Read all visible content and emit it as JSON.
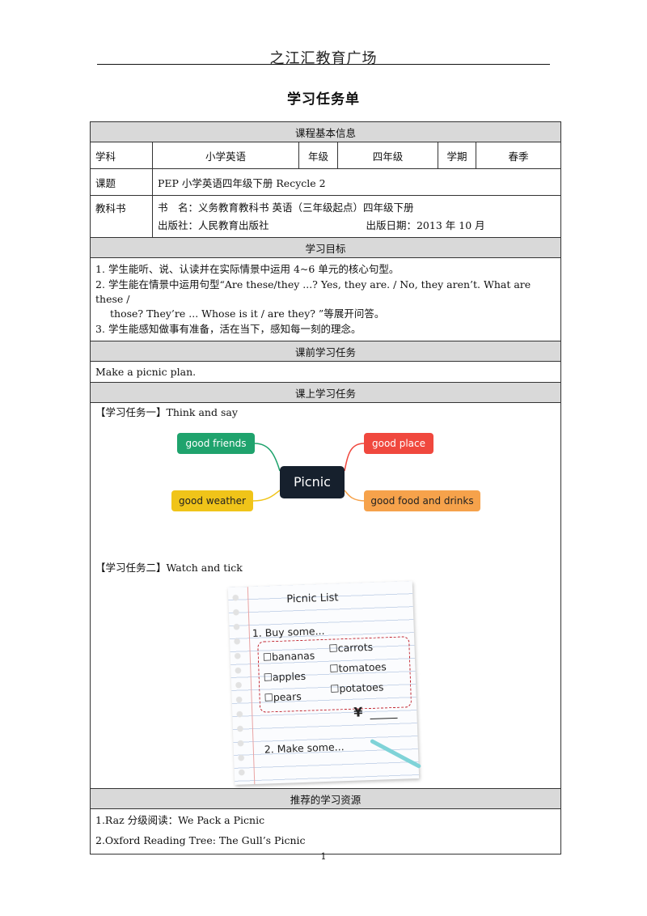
{
  "header": {
    "brand": "之江汇教育广场",
    "title": "学习任务单"
  },
  "sections": {
    "basic": "课程基本信息",
    "goals": "学习目标",
    "pre": "课前学习任务",
    "inclass": "课上学习任务",
    "resources": "推荐的学习资源"
  },
  "info": {
    "subject_label": "学科",
    "subject": "小学英语",
    "grade_label": "年级",
    "grade": "四年级",
    "term_label": "学期",
    "term": "春季",
    "topic_label": "课题",
    "topic": "PEP 小学英语四年级下册 Recycle 2",
    "textbook_label": "教科书",
    "book_line": "书　名：义务教育教科书 英语（三年级起点）四年级下册",
    "publisher": "出版社：人民教育出版社",
    "pub_date": "出版日期：2013 年 10 月"
  },
  "goals": [
    {
      "n": "1.",
      "text": "学生能听、说、认读并在实际情景中运用 4~6 单元的核心句型。"
    },
    {
      "n": "2.",
      "text": "学生能在情景中运用句型“Are these/they ...? Yes, they are. / No, they aren’t. What are these /",
      "cont": "those? They’re ... Whose is it / are they? ”等展开问答。"
    },
    {
      "n": "3.",
      "text": "学生能感知做事有准备，活在当下，感知每一刻的理念。"
    }
  ],
  "pre_task": "Make  a picnic plan.",
  "task1": {
    "label": "【学习任务一】Think and say",
    "center": "Picnic",
    "nodes": {
      "friends": "good friends",
      "place": "good place",
      "weather": "good weather",
      "food": "good food and drinks"
    },
    "colors": {
      "friends": "#1fa36d",
      "place": "#f0483e",
      "weather": "#f0c419",
      "food": "#f6a24b",
      "center": "#16202d"
    }
  },
  "task2": {
    "label": "【学习任务二】Watch and tick",
    "list_title": "Picnic List",
    "buy": "1. Buy some...",
    "left_items": [
      "☐bananas",
      "☐apples",
      "☐pears"
    ],
    "right_items": [
      "☐carrots",
      "☐tomatoes",
      "☐potatoes"
    ],
    "yen": "¥",
    "make": "2. Make some..."
  },
  "resources": [
    "1.Raz 分级阅读：We  Pack  a  Picnic",
    "2.Oxford  Reading  Tree:  The  Gull’s  Picnic"
  ],
  "footer": {
    "page": "1"
  }
}
